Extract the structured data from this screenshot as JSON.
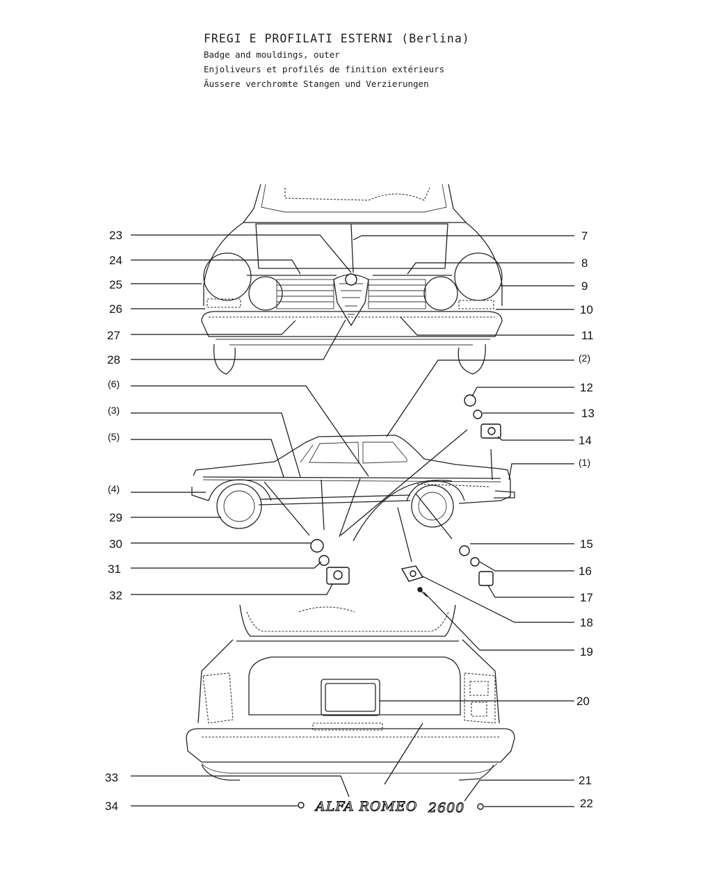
{
  "header": {
    "title": "FREGI E PROFILATI ESTERNI (Berlina)",
    "subtitle_en": "Badge and mouldings, outer",
    "subtitle_fr": "Enjoliveurs et profilés de finition extérieurs",
    "subtitle_de": "Äussere verchromte Stangen und Verzierungen"
  },
  "callouts_left": [
    "23",
    "24",
    "25",
    "26",
    "27",
    "28",
    "(6)",
    "(3)",
    "(5)",
    "(4)",
    "29",
    "30",
    "31",
    "32",
    "33",
    "34"
  ],
  "callouts_right": [
    "7",
    "8",
    "9",
    "10",
    "11",
    "(2)",
    "12",
    "13",
    "14",
    "(1)",
    "15",
    "16",
    "17",
    "18",
    "19",
    "20",
    "21",
    "22"
  ],
  "badge": {
    "left_word": "ALFA ROMEO",
    "right_word": "2600"
  },
  "icons": [
    "clip-icon",
    "grommet-icon",
    "screw-icon",
    "scudetto-grille-icon"
  ]
}
